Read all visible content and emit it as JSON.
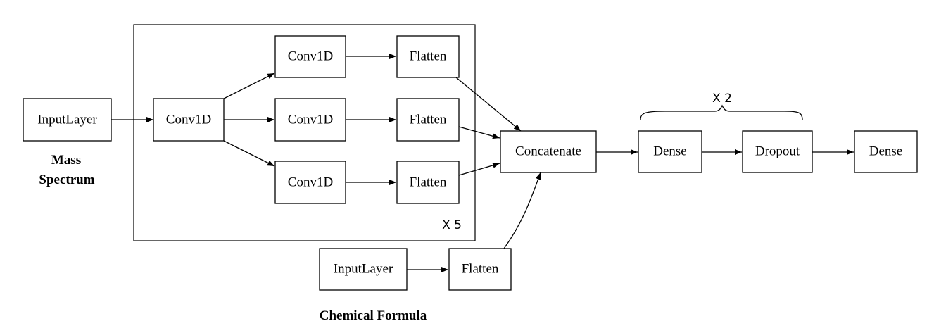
{
  "nodes": [
    {
      "id": "n-input-ms",
      "label": "InputLayer"
    },
    {
      "id": "n-conv-main",
      "label": "Conv1D"
    },
    {
      "id": "n-conv-top",
      "label": "Conv1D"
    },
    {
      "id": "n-conv-mid",
      "label": "Conv1D"
    },
    {
      "id": "n-conv-bot",
      "label": "Conv1D"
    },
    {
      "id": "n-flat-top",
      "label": "Flatten"
    },
    {
      "id": "n-flat-mid",
      "label": "Flatten"
    },
    {
      "id": "n-flat-bot",
      "label": "Flatten"
    },
    {
      "id": "n-concat",
      "label": "Concatenate"
    },
    {
      "id": "n-dense-1",
      "label": "Dense"
    },
    {
      "id": "n-dropout",
      "label": "Dropout"
    },
    {
      "id": "n-dense-2",
      "label": "Dense"
    },
    {
      "id": "n-input-cf",
      "label": "InputLayer"
    },
    {
      "id": "n-flat-cf",
      "label": "Flatten"
    }
  ],
  "edges": [
    {
      "from": "n-input-ms",
      "to": "n-conv-main"
    },
    {
      "from": "n-conv-main",
      "to": "n-conv-top"
    },
    {
      "from": "n-conv-main",
      "to": "n-conv-mid"
    },
    {
      "from": "n-conv-main",
      "to": "n-conv-bot"
    },
    {
      "from": "n-conv-top",
      "to": "n-flat-top"
    },
    {
      "from": "n-conv-mid",
      "to": "n-flat-mid"
    },
    {
      "from": "n-conv-bot",
      "to": "n-flat-bot"
    },
    {
      "from": "n-flat-top",
      "to": "n-concat"
    },
    {
      "from": "n-flat-mid",
      "to": "n-concat"
    },
    {
      "from": "n-flat-bot",
      "to": "n-concat"
    },
    {
      "from": "n-input-cf",
      "to": "n-flat-cf"
    },
    {
      "from": "n-flat-cf",
      "to": "n-concat"
    },
    {
      "from": "n-concat",
      "to": "n-dense-1"
    },
    {
      "from": "n-dense-1",
      "to": "n-dropout"
    },
    {
      "from": "n-dropout",
      "to": "n-dense-2"
    }
  ],
  "labels": {
    "mass_spectrum_line1": "Mass",
    "mass_spectrum_line2": "Spectrum",
    "chemical_formula": "Chemical Formula",
    "conv_block_repeat": "X 5",
    "dense_block_repeat": "X 2"
  }
}
